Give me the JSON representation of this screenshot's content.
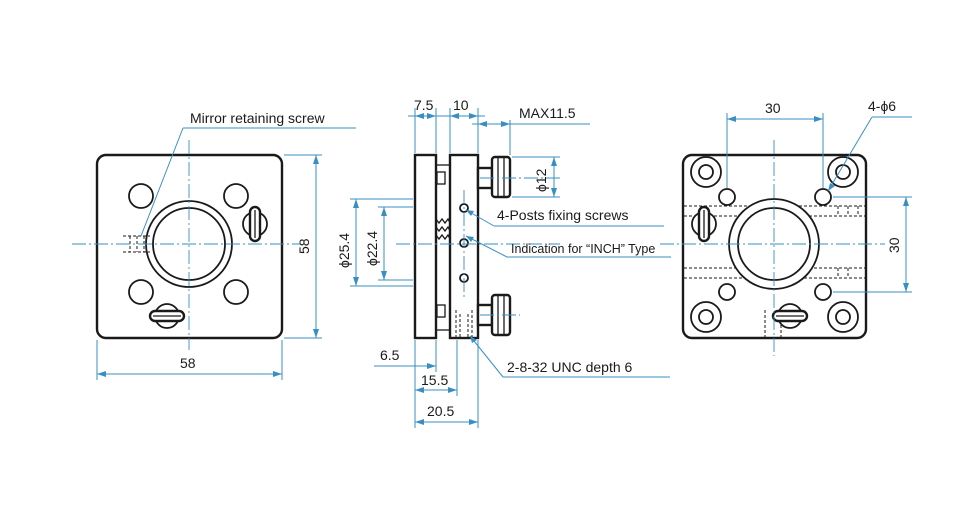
{
  "labels": {
    "mirror_retaining_screw": "Mirror retaining screw",
    "posts_fixing_screws": "4-Posts fixing screws",
    "indication_inch": "Indication for “INCH” Type",
    "unc_thread": "2-8-32 UNC  depth 6",
    "holes_4": "4-ϕ6"
  },
  "dimensions": {
    "front_width": "58",
    "front_height": "58",
    "side_7_5": "7.5",
    "side_10": "10",
    "side_max": "MAX11.5",
    "side_knob_dia": "ϕ12",
    "side_outer_dia": "ϕ25.4",
    "side_inner_dia": "ϕ22.4",
    "side_6_5": "6.5",
    "side_15_5": "15.5",
    "side_20_5": "20.5",
    "rear_width": "30",
    "rear_height": "30"
  }
}
